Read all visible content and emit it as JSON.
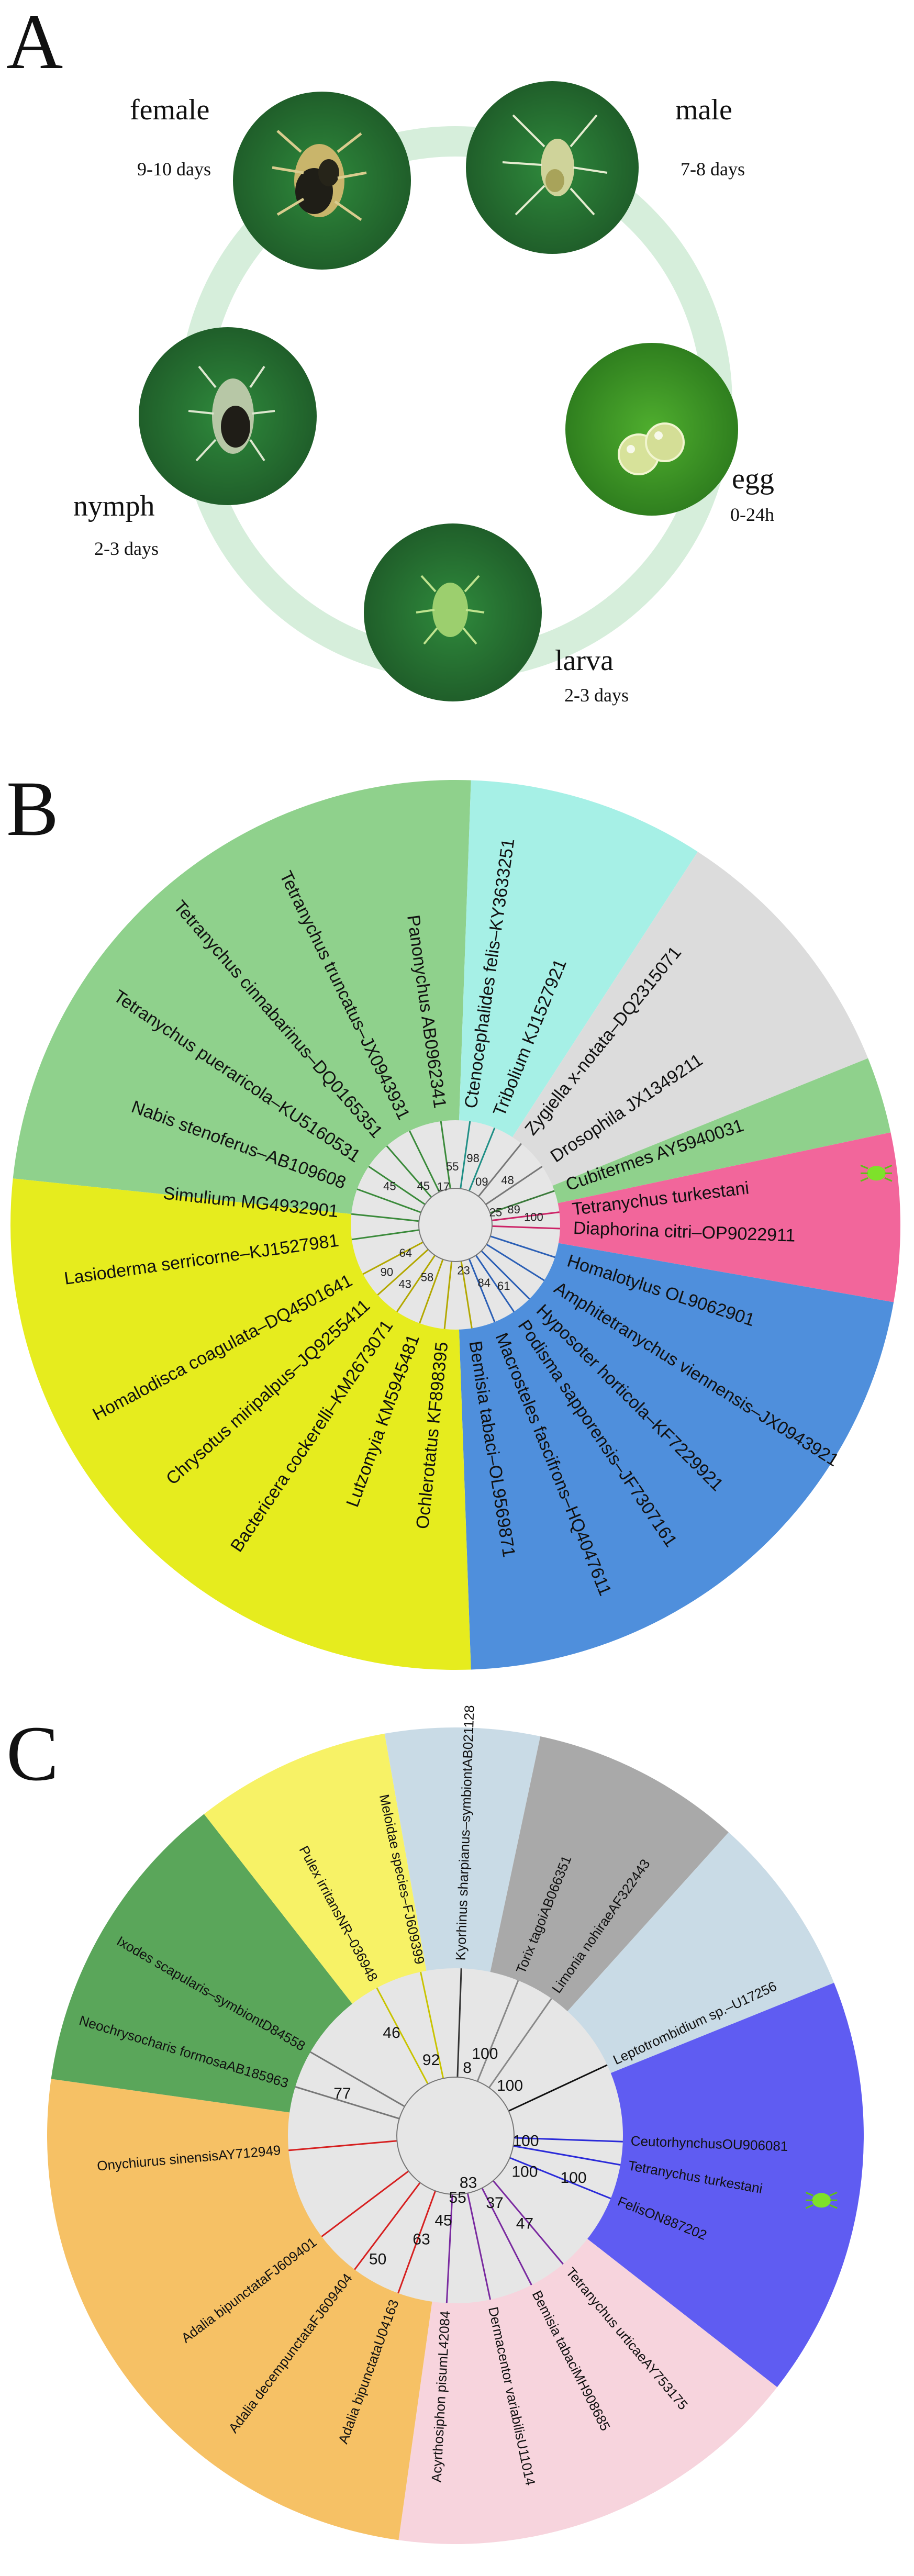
{
  "panel_a": {
    "label": "A",
    "stages": [
      {
        "name": "female",
        "duration": "9-10 days"
      },
      {
        "name": "male",
        "duration": "7-8 days"
      },
      {
        "name": "egg",
        "duration": "0-24h"
      },
      {
        "name": "larva",
        "duration": "2-3 days"
      },
      {
        "name": "nymph",
        "duration": "2-3 days"
      }
    ],
    "ring_color": "#d6eedb"
  },
  "panel_b": {
    "label": "B",
    "sectors": [
      {
        "color": "#8fd18c"
      },
      {
        "color": "#a6f0e6"
      },
      {
        "color": "#dcdcdc"
      },
      {
        "color": "#8fd18c"
      },
      {
        "color": "#f2669b"
      },
      {
        "color": "#4f8fdc"
      },
      {
        "color": "#e6ec1e"
      }
    ],
    "leaves": [
      {
        "name": "Cubitermes AY5940031"
      },
      {
        "name": "Tetranychus turkestani",
        "highlight": "#3b1fc4"
      },
      {
        "name": "Diaphorina citri–OP9022911"
      },
      {
        "name": "Homalotylus OL9062901"
      },
      {
        "name": "Amphitetranychus viennensis–JX0943921"
      },
      {
        "name": "Hyposoter horticola–KF7229921"
      },
      {
        "name": "Podisma sapporensis–JF7307161"
      },
      {
        "name": "Macrosteles fascifrons–HQ4047611"
      },
      {
        "name": "Bemisia tabaci–OL9569871"
      },
      {
        "name": "Ochlerotatus KF898395"
      },
      {
        "name": "Lutzomyia KM5945481"
      },
      {
        "name": "Bactericera cockerelli–KM2673071"
      },
      {
        "name": "Chrysotus miripalpus–JQ9255411"
      },
      {
        "name": "Homalodisca coagulata–DQ4501641"
      },
      {
        "name": "Lasioderma serricorne–KJ1527981"
      },
      {
        "name": "Simulium MG4932901"
      },
      {
        "name": "Nabis stenoferus–AB109608"
      },
      {
        "name": "Tetranychus pueraricola–KU5160531"
      },
      {
        "name": "Tetranychus cinnabarinus–DQ0165351"
      },
      {
        "name": "Tetranychus truncatus–JX0943931"
      },
      {
        "name": "Panonychus AB0962341"
      },
      {
        "name": "Ctenocephalides felis–KY3633251"
      },
      {
        "name": "Tribolium KJ1527921"
      },
      {
        "name": "Zygiella x-notata–DQ2315071"
      },
      {
        "name": "Drosophila JX1349211"
      }
    ],
    "bootstraps": [
      "100",
      "89",
      "25",
      "48",
      "09",
      "98",
      "55",
      "17",
      "45",
      "45",
      "64",
      "90",
      "43",
      "58",
      "23",
      "84",
      "61"
    ]
  },
  "panel_c": {
    "label": "C",
    "sectors": [
      {
        "color": "#c9dbe6"
      },
      {
        "color": "#a9a9a9"
      },
      {
        "color": "#c9dbe6"
      },
      {
        "color": "#5f5cf2"
      },
      {
        "color": "#f7d4dd"
      },
      {
        "color": "#f6c165"
      },
      {
        "color": "#5aa65a"
      },
      {
        "color": "#f7f266"
      }
    ],
    "leaves": [
      {
        "name": "Kyorhinus sharpianus–symbiontAB021128"
      },
      {
        "name": "Torix tagoiAB066351"
      },
      {
        "name": "Limonia nohiraeAF322443"
      },
      {
        "name": "Leptotrombidium sp.–U17256"
      },
      {
        "name": "CeutorhynchusOU906081"
      },
      {
        "name": "Tetranychus turkestani",
        "highlight": "#c0282d"
      },
      {
        "name": "FelisON887202"
      },
      {
        "name": "Tetranychus urticaeAY753175"
      },
      {
        "name": "Bemisia tabaciMH908685"
      },
      {
        "name": "Dermacentor variabilisU11014"
      },
      {
        "name": "Acyrthosiphon pisumL42084"
      },
      {
        "name": "Adalia bipunctataU04163"
      },
      {
        "name": "Adalia decempunctataFJ609404"
      },
      {
        "name": "Adalia bipunctataFJ609401"
      },
      {
        "name": "Onychiurus sinensisAY712949"
      },
      {
        "name": "Neochrysocharis formosaAB185963"
      },
      {
        "name": "Ixodes scapularis–symbiontD84558"
      },
      {
        "name": "Pulex irritansNR–036948"
      },
      {
        "name": "Meloidae species–FJ609399"
      }
    ],
    "bootstraps": [
      "100",
      "100",
      "100",
      "100",
      "100",
      "83",
      "37",
      "47",
      "55",
      "63",
      "50",
      "45",
      "77",
      "46",
      "92",
      "8"
    ]
  }
}
